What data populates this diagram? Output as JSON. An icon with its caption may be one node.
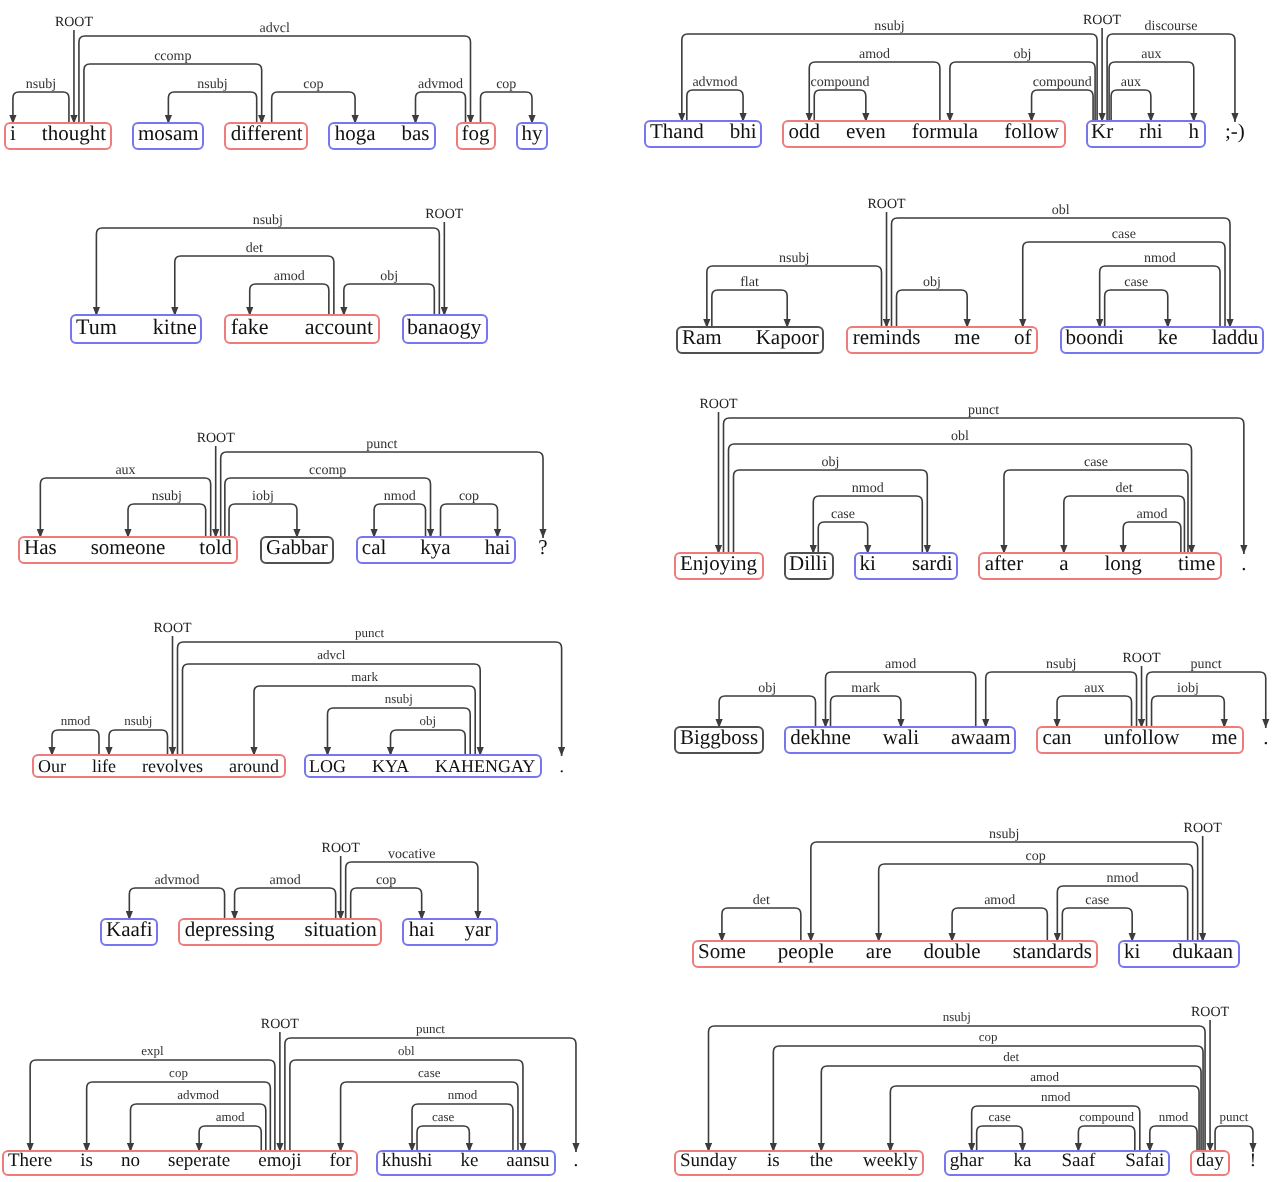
{
  "diagram": {
    "nodes": [
      {
        "text": [
          "ROOT"
        ]
      },
      {
        "text": [],
        "shape": "box"
      },
      {
        "text": [
          "i"
        ],
        "in": 1
      },
      {
        "text": [
          "thought"
        ],
        "in": 1
      },
      {
        "text": [],
        "shape": "box"
      },
      {
        "text": [
          "mosam"
        ],
        "in": 4
      },
      {
        "text": [],
        "shape": "box"
      },
      {
        "text": [
          "different"
        ],
        "in": 6
      },
      {
        "text": [],
        "shape": "box"
      },
      {
        "text": [
          "hoga"
        ],
        "in": 8
      },
      {
        "text": [
          "bas"
        ],
        "in": 8
      },
      {
        "text": [],
        "shape": "box"
      },
      {
        "text": [
          "fog"
        ],
        "in": 11
      },
      {
        "text": [],
        "shape": "box"
      },
      {
        "text": [
          "hy"
        ],
        "in": 13
      },
      {
        "text": [
          "ROOT"
        ]
      },
      {
        "text": [],
        "shape": "box"
      },
      {
        "text": [
          "Thand"
        ],
        "in": 16
      },
      {
        "text": [
          "bhi"
        ],
        "in": 16
      },
      {
        "text": [],
        "shape": "box"
      },
      {
        "text": [
          "odd"
        ],
        "in": 19
      },
      {
        "text": [
          "even"
        ],
        "in": 19
      },
      {
        "text": [
          "formula"
        ],
        "in": 19
      },
      {
        "text": [
          "follow"
        ],
        "in": 19
      },
      {
        "text": [],
        "shape": "box"
      },
      {
        "text": [
          "Kr"
        ],
        "in": 24
      },
      {
        "text": [
          "rhi"
        ],
        "in": 24
      },
      {
        "text": [
          "h"
        ],
        "in": 24
      },
      {
        "text": [
          ";-)"
        ]
      },
      {
        "text": [
          "ROOT"
        ]
      },
      {
        "text": [],
        "shape": "box"
      },
      {
        "text": [
          "Tum"
        ],
        "in": 30
      },
      {
        "text": [
          "kitne"
        ],
        "in": 30
      },
      {
        "text": [],
        "shape": "box"
      },
      {
        "text": [
          "fake"
        ],
        "in": 33
      },
      {
        "text": [
          "account"
        ],
        "in": 33
      },
      {
        "text": [],
        "shape": "box"
      },
      {
        "text": [
          "banaogy"
        ],
        "in": 36
      },
      {
        "text": [
          "ROOT"
        ]
      },
      {
        "text": [],
        "shape": "box"
      },
      {
        "text": [
          "Ram"
        ],
        "in": 39
      },
      {
        "text": [
          "Kapoor"
        ],
        "in": 39
      },
      {
        "text": [],
        "shape": "box"
      },
      {
        "text": [
          "reminds"
        ],
        "in": 42
      },
      {
        "text": [
          "me"
        ],
        "in": 42
      },
      {
        "text": [
          "of"
        ],
        "in": 42
      },
      {
        "text": [],
        "shape": "box"
      },
      {
        "text": [
          "boondi"
        ],
        "in": 46
      },
      {
        "text": [
          "ke"
        ],
        "in": 46
      },
      {
        "text": [
          "laddu"
        ],
        "in": 46
      },
      {
        "text": [
          "ROOT"
        ]
      },
      {
        "text": [],
        "shape": "box"
      },
      {
        "text": [
          "Has"
        ],
        "in": 51
      },
      {
        "text": [
          "someone"
        ],
        "in": 51
      },
      {
        "text": [
          "told"
        ],
        "in": 51
      },
      {
        "text": [],
        "shape": "box"
      },
      {
        "text": [
          "Gabbar"
        ],
        "in": 55
      },
      {
        "text": [],
        "shape": "box"
      },
      {
        "text": [
          "cal"
        ],
        "in": 57
      },
      {
        "text": [
          "kya"
        ],
        "in": 57
      },
      {
        "text": [
          "hai"
        ],
        "in": 57
      },
      {
        "text": [
          "?"
        ]
      },
      {
        "text": [
          "ROOT"
        ]
      },
      {
        "text": [],
        "shape": "box"
      },
      {
        "text": [
          "Enjoying"
        ],
        "in": 63
      },
      {
        "text": [],
        "shape": "box"
      },
      {
        "text": [
          "Dilli"
        ],
        "in": 65
      },
      {
        "text": [],
        "shape": "box"
      },
      {
        "text": [
          "ki"
        ],
        "in": 67
      },
      {
        "text": [
          "sardi"
        ],
        "in": 67
      },
      {
        "text": [],
        "shape": "box"
      },
      {
        "text": [
          "after"
        ],
        "in": 70
      },
      {
        "text": [
          "a"
        ],
        "in": 70
      },
      {
        "text": [
          "long"
        ],
        "in": 70
      },
      {
        "text": [
          "time"
        ],
        "in": 70
      },
      {
        "text": [
          "."
        ]
      },
      {
        "text": [
          "ROOT"
        ]
      },
      {
        "text": [],
        "shape": "box"
      },
      {
        "text": [
          "Our"
        ],
        "in": 77
      },
      {
        "text": [
          "life"
        ],
        "in": 77
      },
      {
        "text": [
          "revolves"
        ],
        "in": 77
      },
      {
        "text": [
          "around"
        ],
        "in": 77
      },
      {
        "text": [],
        "shape": "box"
      },
      {
        "text": [
          "LOG"
        ],
        "in": 82
      },
      {
        "text": [
          "KYA"
        ],
        "in": 82
      },
      {
        "text": [
          "KAHENGAY"
        ],
        "in": 82
      },
      {
        "text": [
          "."
        ]
      },
      {
        "text": [
          "ROOT"
        ]
      },
      {
        "text": [],
        "shape": "box"
      },
      {
        "text": [
          "Biggboss"
        ],
        "in": 88
      },
      {
        "text": [],
        "shape": "box"
      },
      {
        "text": [
          "dekhne"
        ],
        "in": 90
      },
      {
        "text": [
          "wali"
        ],
        "in": 90
      },
      {
        "text": [
          "awaam"
        ],
        "in": 90
      },
      {
        "text": [],
        "shape": "box"
      },
      {
        "text": [
          "can"
        ],
        "in": 94
      },
      {
        "text": [
          "unfollow"
        ],
        "in": 94
      },
      {
        "text": [
          "me"
        ],
        "in": 94
      },
      {
        "text": [
          "."
        ]
      },
      {
        "text": [
          "ROOT"
        ]
      },
      {
        "text": [],
        "shape": "box"
      },
      {
        "text": [
          "Kaafi"
        ],
        "in": 100
      },
      {
        "text": [],
        "shape": "box"
      },
      {
        "text": [
          "depressing"
        ],
        "in": 102
      },
      {
        "text": [
          "situation"
        ],
        "in": 102
      },
      {
        "text": [],
        "shape": "box"
      },
      {
        "text": [
          "hai"
        ],
        "in": 105
      },
      {
        "text": [
          "yar"
        ],
        "in": 105
      },
      {
        "text": [
          "ROOT"
        ]
      },
      {
        "text": [],
        "shape": "box"
      },
      {
        "text": [
          "Some"
        ],
        "in": 109
      },
      {
        "text": [
          "people"
        ],
        "in": 109
      },
      {
        "text": [
          "are"
        ],
        "in": 109
      },
      {
        "text": [
          "double"
        ],
        "in": 109
      },
      {
        "text": [
          "standards"
        ],
        "in": 109
      },
      {
        "text": [],
        "shape": "box"
      },
      {
        "text": [
          "ki"
        ],
        "in": 115
      },
      {
        "text": [
          "dukaan"
        ],
        "in": 115
      },
      {
        "text": [
          "ROOT"
        ]
      },
      {
        "text": [],
        "shape": "box"
      },
      {
        "text": [
          "There"
        ],
        "in": 119
      },
      {
        "text": [
          "is"
        ],
        "in": 119
      },
      {
        "text": [
          "no"
        ],
        "in": 119
      },
      {
        "text": [
          "seperate"
        ],
        "in": 119
      },
      {
        "text": [
          "emoji"
        ],
        "in": 119
      },
      {
        "text": [
          "for"
        ],
        "in": 119
      },
      {
        "text": [],
        "shape": "box"
      },
      {
        "text": [
          "khushi"
        ],
        "in": 126
      },
      {
        "text": [
          "ke"
        ],
        "in": 126
      },
      {
        "text": [
          "aansu"
        ],
        "in": 126
      },
      {
        "text": [
          "."
        ]
      },
      {
        "text": [
          "ROOT"
        ]
      },
      {
        "text": [],
        "shape": "box"
      },
      {
        "text": [
          "Sunday"
        ],
        "in": 132
      },
      {
        "text": [
          "is"
        ],
        "in": 132
      },
      {
        "text": [
          "the"
        ],
        "in": 132
      },
      {
        "text": [
          "weekly"
        ],
        "in": 132
      },
      {
        "text": [],
        "shape": "box"
      },
      {
        "text": [
          "ghar"
        ],
        "in": 137
      },
      {
        "text": [
          "ka"
        ],
        "in": 137
      },
      {
        "text": [
          "Saaf"
        ],
        "in": 137
      },
      {
        "text": [
          "Safai"
        ],
        "in": 137
      },
      {
        "text": [],
        "shape": "box"
      },
      {
        "text": [
          "day"
        ],
        "in": 142
      },
      {
        "text": [
          "!"
        ]
      }
    ],
    "edges": [
      {
        "from": 0,
        "to": 3,
        "arrow": "to"
      },
      {
        "from": 3,
        "to": 12,
        "label": "advcl",
        "arrow": "to"
      },
      {
        "from": 3,
        "to": 7,
        "label": "ccomp",
        "arrow": "to"
      },
      {
        "from": 3,
        "to": 2,
        "label": "nsubj",
        "arrow": "to"
      },
      {
        "from": 7,
        "to": 5,
        "label": "nsubj",
        "arrow": "to"
      },
      {
        "from": 7,
        "to": 9,
        "label": "cop",
        "arrow": "to"
      },
      {
        "from": 12,
        "to": 10,
        "label": "advmod",
        "arrow": "to"
      },
      {
        "from": 12,
        "to": 14,
        "label": "cop",
        "arrow": "to"
      },
      {
        "from": 15,
        "to": 25,
        "arrow": "to"
      },
      {
        "from": 25,
        "to": 17,
        "label": "nsubj",
        "arrow": "to"
      },
      {
        "from": 25,
        "to": 28,
        "label": "discourse",
        "arrow": "to"
      },
      {
        "from": 22,
        "to": 20,
        "label": "amod",
        "arrow": "to"
      },
      {
        "from": 25,
        "to": 22,
        "label": "obj",
        "arrow": "to"
      },
      {
        "from": 25,
        "to": 27,
        "label": "aux",
        "arrow": "to"
      },
      {
        "from": 17,
        "to": 18,
        "label": "advmod",
        "arrow": "to"
      },
      {
        "from": 20,
        "to": 21,
        "label": "compound",
        "arrow": "to"
      },
      {
        "from": 25,
        "to": 23,
        "label": "compound",
        "arrow": "to"
      },
      {
        "from": 25,
        "to": 26,
        "label": "aux",
        "arrow": "to"
      },
      {
        "from": 29,
        "to": 37,
        "arrow": "to"
      },
      {
        "from": 37,
        "to": 31,
        "label": "nsubj",
        "arrow": "to"
      },
      {
        "from": 35,
        "to": 32,
        "label": "det",
        "arrow": "to"
      },
      {
        "from": 35,
        "to": 34,
        "label": "amod",
        "arrow": "to"
      },
      {
        "from": 37,
        "to": 35,
        "label": "obj",
        "arrow": "to"
      },
      {
        "from": 38,
        "to": 43,
        "arrow": "to"
      },
      {
        "from": 43,
        "to": 49,
        "label": "obl",
        "arrow": "to"
      },
      {
        "from": 49,
        "to": 45,
        "label": "case",
        "arrow": "to"
      },
      {
        "from": 49,
        "to": 47,
        "label": "nmod",
        "arrow": "to"
      },
      {
        "from": 43,
        "to": 40,
        "label": "nsubj",
        "arrow": "to"
      },
      {
        "from": 40,
        "to": 41,
        "label": "flat",
        "arrow": "to"
      },
      {
        "from": 43,
        "to": 44,
        "label": "obj",
        "arrow": "to"
      },
      {
        "from": 47,
        "to": 48,
        "label": "case",
        "arrow": "to"
      },
      {
        "from": 50,
        "to": 54,
        "arrow": "to"
      },
      {
        "from": 54,
        "to": 61,
        "label": "punct",
        "arrow": "to"
      },
      {
        "from": 54,
        "to": 52,
        "label": "aux",
        "arrow": "to"
      },
      {
        "from": 54,
        "to": 59,
        "label": "ccomp",
        "arrow": "to"
      },
      {
        "from": 54,
        "to": 53,
        "label": "nsubj",
        "arrow": "to"
      },
      {
        "from": 54,
        "to": 56,
        "label": "iobj",
        "arrow": "to"
      },
      {
        "from": 59,
        "to": 58,
        "label": "nmod",
        "arrow": "to"
      },
      {
        "from": 59,
        "to": 60,
        "label": "cop",
        "arrow": "to"
      },
      {
        "from": 62,
        "to": 64,
        "arrow": "to"
      },
      {
        "from": 64,
        "to": 75,
        "label": "punct",
        "arrow": "to"
      },
      {
        "from": 64,
        "to": 74,
        "label": "obl",
        "arrow": "to"
      },
      {
        "from": 64,
        "to": 69,
        "label": "obj",
        "arrow": "to"
      },
      {
        "from": 74,
        "to": 71,
        "label": "case",
        "arrow": "to"
      },
      {
        "from": 69,
        "to": 66,
        "label": "nmod",
        "arrow": "to"
      },
      {
        "from": 74,
        "to": 72,
        "label": "det",
        "arrow": "to"
      },
      {
        "from": 66,
        "to": 68,
        "label": "case",
        "arrow": "to"
      },
      {
        "from": 74,
        "to": 73,
        "label": "amod",
        "arrow": "to"
      },
      {
        "from": 76,
        "to": 80,
        "arrow": "to"
      },
      {
        "from": 80,
        "to": 86,
        "label": "punct",
        "arrow": "to"
      },
      {
        "from": 80,
        "to": 85,
        "label": "advcl",
        "arrow": "to"
      },
      {
        "from": 85,
        "to": 81,
        "label": "mark",
        "arrow": "to"
      },
      {
        "from": 85,
        "to": 83,
        "label": "nsubj",
        "arrow": "to"
      },
      {
        "from": 79,
        "to": 78,
        "label": "nmod",
        "arrow": "to"
      },
      {
        "from": 80,
        "to": 79,
        "label": "nsubj",
        "arrow": "to"
      },
      {
        "from": 85,
        "to": 84,
        "label": "obj",
        "arrow": "to"
      },
      {
        "from": 87,
        "to": 96,
        "arrow": "to"
      },
      {
        "from": 93,
        "to": 91,
        "label": "amod",
        "arrow": "to"
      },
      {
        "from": 96,
        "to": 93,
        "label": "nsubj",
        "arrow": "to"
      },
      {
        "from": 96,
        "to": 98,
        "label": "punct",
        "arrow": "to"
      },
      {
        "from": 91,
        "to": 89,
        "label": "obj",
        "arrow": "to"
      },
      {
        "from": 91,
        "to": 92,
        "label": "mark",
        "arrow": "to"
      },
      {
        "from": 96,
        "to": 95,
        "label": "aux",
        "arrow": "to"
      },
      {
        "from": 96,
        "to": 97,
        "label": "iobj",
        "arrow": "to"
      },
      {
        "from": 99,
        "to": 104,
        "arrow": "to"
      },
      {
        "from": 104,
        "to": 107,
        "label": "vocative",
        "arrow": "to"
      },
      {
        "from": 103,
        "to": 101,
        "label": "advmod",
        "arrow": "to"
      },
      {
        "from": 104,
        "to": 103,
        "label": "amod",
        "arrow": "to"
      },
      {
        "from": 104,
        "to": 106,
        "label": "cop",
        "arrow": "to"
      },
      {
        "from": 108,
        "to": 117,
        "arrow": "to"
      },
      {
        "from": 117,
        "to": 111,
        "label": "nsubj",
        "arrow": "to"
      },
      {
        "from": 117,
        "to": 112,
        "label": "cop",
        "arrow": "to"
      },
      {
        "from": 117,
        "to": 114,
        "label": "nmod",
        "arrow": "to"
      },
      {
        "from": 111,
        "to": 110,
        "label": "det",
        "arrow": "to"
      },
      {
        "from": 114,
        "to": 113,
        "label": "amod",
        "arrow": "to"
      },
      {
        "from": 114,
        "to": 116,
        "label": "case",
        "arrow": "to"
      },
      {
        "from": 118,
        "to": 124,
        "arrow": "to"
      },
      {
        "from": 124,
        "to": 130,
        "label": "punct",
        "arrow": "to"
      },
      {
        "from": 124,
        "to": 120,
        "label": "expl",
        "arrow": "to"
      },
      {
        "from": 124,
        "to": 129,
        "label": "obl",
        "arrow": "to"
      },
      {
        "from": 124,
        "to": 121,
        "label": "cop",
        "arrow": "to"
      },
      {
        "from": 129,
        "to": 125,
        "label": "case",
        "arrow": "to"
      },
      {
        "from": 124,
        "to": 122,
        "label": "advmod",
        "arrow": "to"
      },
      {
        "from": 129,
        "to": 127,
        "label": "nmod",
        "arrow": "to"
      },
      {
        "from": 124,
        "to": 123,
        "label": "amod",
        "arrow": "to"
      },
      {
        "from": 127,
        "to": 128,
        "label": "case",
        "arrow": "to"
      },
      {
        "from": 131,
        "to": 143,
        "arrow": "to"
      },
      {
        "from": 143,
        "to": 133,
        "label": "nsubj",
        "arrow": "to"
      },
      {
        "from": 143,
        "to": 134,
        "label": "cop",
        "arrow": "to"
      },
      {
        "from": 143,
        "to": 135,
        "label": "det",
        "arrow": "to"
      },
      {
        "from": 143,
        "to": 136,
        "label": "amod",
        "arrow": "to"
      },
      {
        "from": 141,
        "to": 138,
        "label": "nmod",
        "arrow": "to"
      },
      {
        "from": 138,
        "to": 139,
        "label": "case",
        "arrow": "to"
      },
      {
        "from": 141,
        "to": 140,
        "label": "compound",
        "arrow": "to"
      },
      {
        "from": 143,
        "to": 141,
        "label": "nmod",
        "arrow": "to"
      },
      {
        "from": 143,
        "to": 144,
        "label": "punct",
        "arrow": "to"
      }
    ]
  }
}
